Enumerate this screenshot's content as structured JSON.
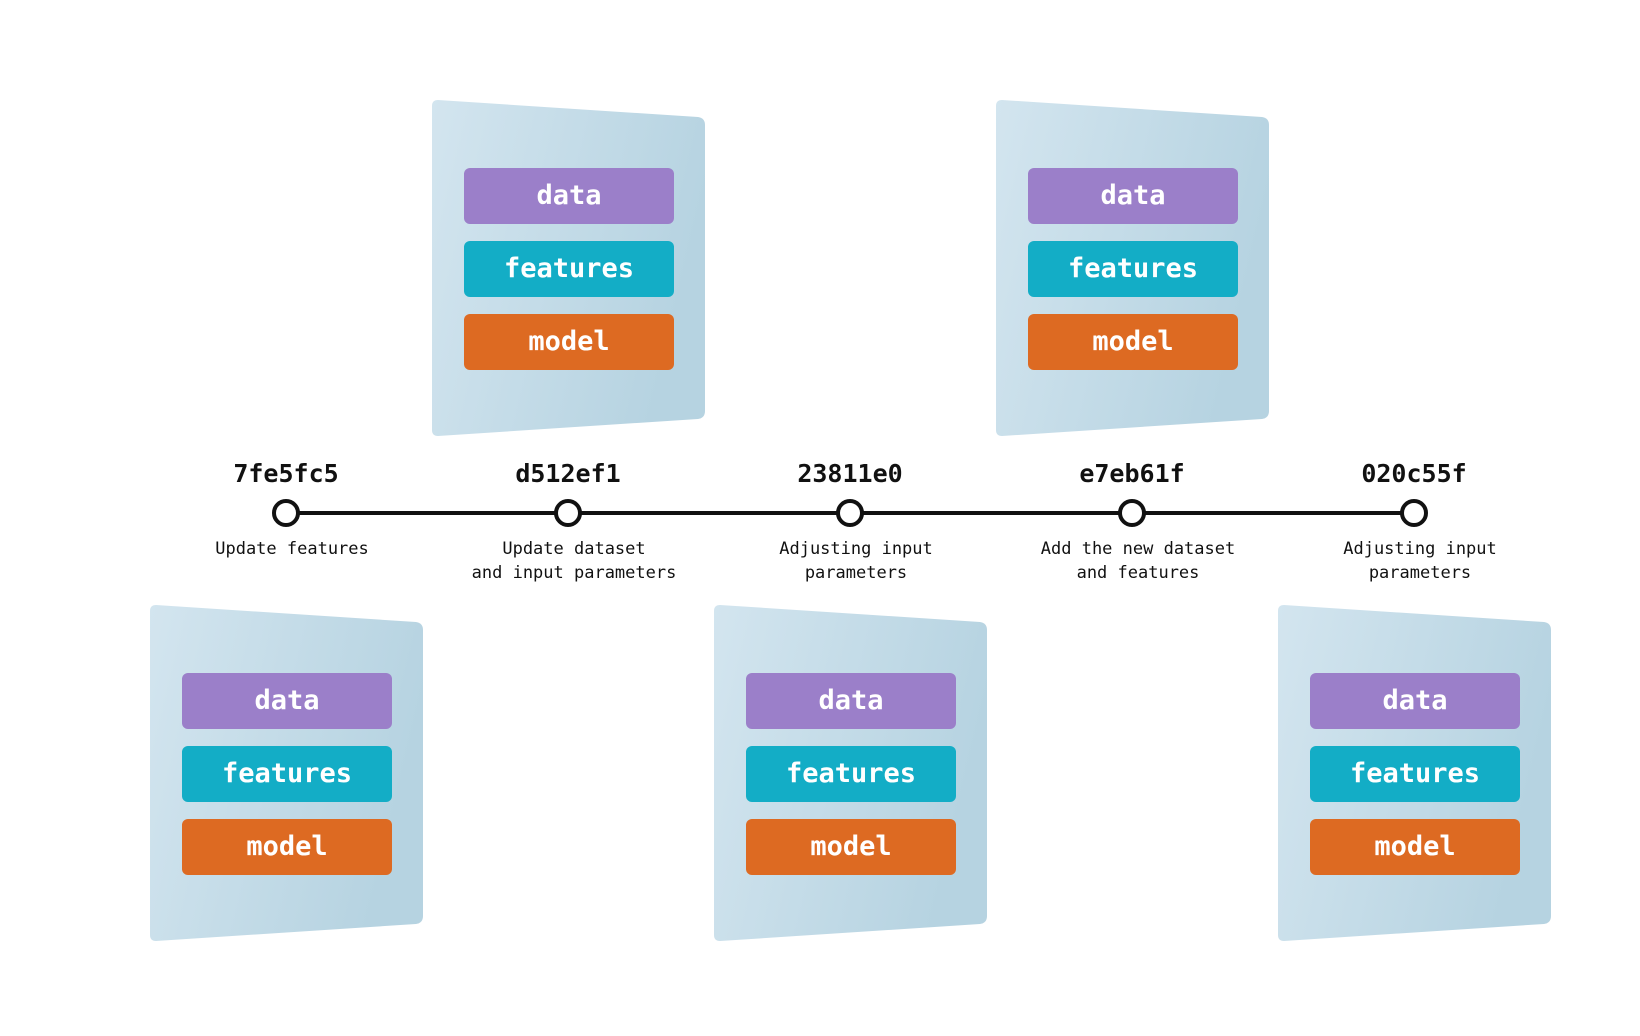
{
  "colors": {
    "data_chip": "#9b7fc9",
    "features_chip": "#13adc6",
    "model_chip": "#dd6a22",
    "card_light": "#d3e5ef",
    "card_dark": "#b6d3e1",
    "timeline": "#111111"
  },
  "commits": [
    {
      "hash": "7fe5fc5",
      "message": "Update features",
      "snapshot": {
        "position": "below",
        "chips": [
          "data",
          "features",
          "model"
        ]
      }
    },
    {
      "hash": "d512ef1",
      "message": "Update dataset\nand input parameters",
      "snapshot": {
        "position": "above",
        "chips": [
          "data",
          "features",
          "model"
        ]
      }
    },
    {
      "hash": "23811e0",
      "message": "Adjusting input\nparameters",
      "snapshot": {
        "position": "below",
        "chips": [
          "data",
          "features",
          "model"
        ]
      }
    },
    {
      "hash": "e7eb61f",
      "message": "Add the new dataset\nand features",
      "snapshot": {
        "position": "above",
        "chips": [
          "data",
          "features",
          "model"
        ]
      }
    },
    {
      "hash": "020c55f",
      "message": "Adjusting input\nparameters",
      "snapshot": {
        "position": "below",
        "chips": [
          "data",
          "features",
          "model"
        ]
      }
    }
  ]
}
